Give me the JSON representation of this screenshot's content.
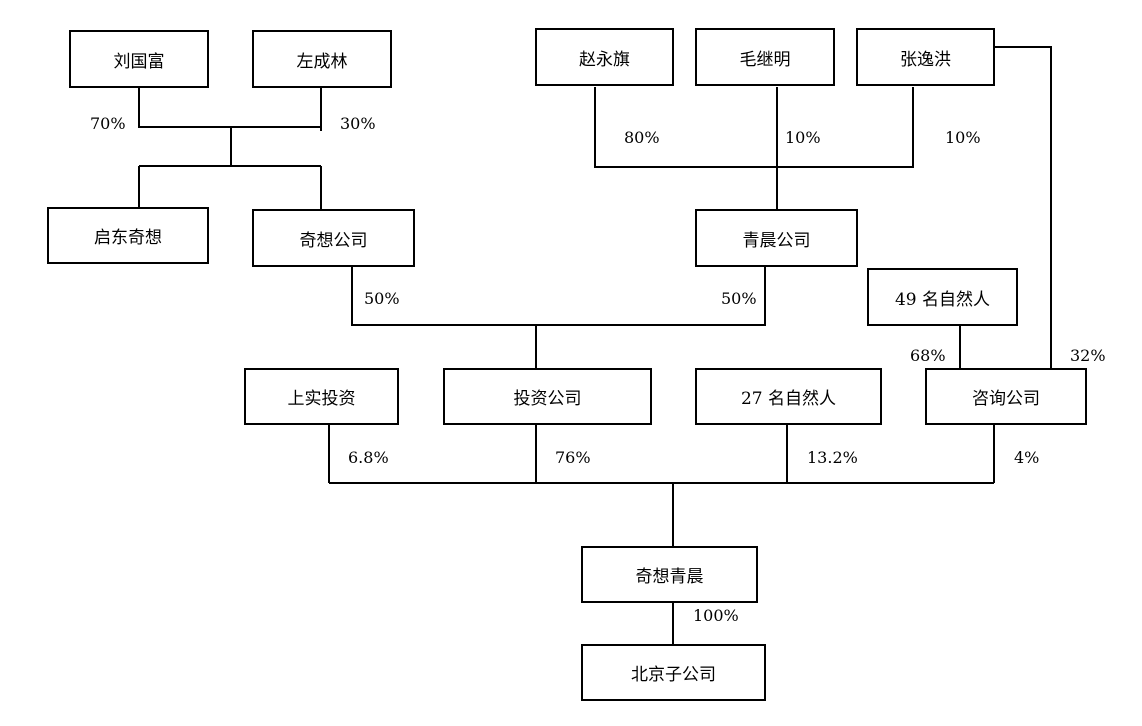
{
  "nodes": {
    "liu_guofu": "刘国富",
    "zuo_chenglin": "左成林",
    "zhao_yongqi": "赵永旗",
    "mao_jiming": "毛继明",
    "zhang_yihong": "张逸洪",
    "qidong_qixiang": "启东奇想",
    "qixiang_company": "奇想公司",
    "qingchen_company": "青晨公司",
    "people_49": "49 名自然人",
    "shangshi_investment": "上实投资",
    "investment_company": "投资公司",
    "people_27": "27 名自然人",
    "consulting_company": "咨询公司",
    "qixiang_qingchen": "奇想青晨",
    "beijing_subsidiary": "北京子公司"
  },
  "percentages": {
    "liu_guofu_share": "70%",
    "zuo_chenglin_share": "30%",
    "zhao_yongqi_share": "80%",
    "mao_jiming_share": "10%",
    "zhang_yihong_share": "10%",
    "qixiang_company_share": "50%",
    "qingchen_company_share": "50%",
    "people_49_share": "68%",
    "zhang_yihong_consulting_share": "32%",
    "shangshi_share": "6.8%",
    "investment_company_share": "76%",
    "people_27_share": "13.2%",
    "consulting_share": "4%",
    "beijing_subsidiary_share": "100%"
  }
}
